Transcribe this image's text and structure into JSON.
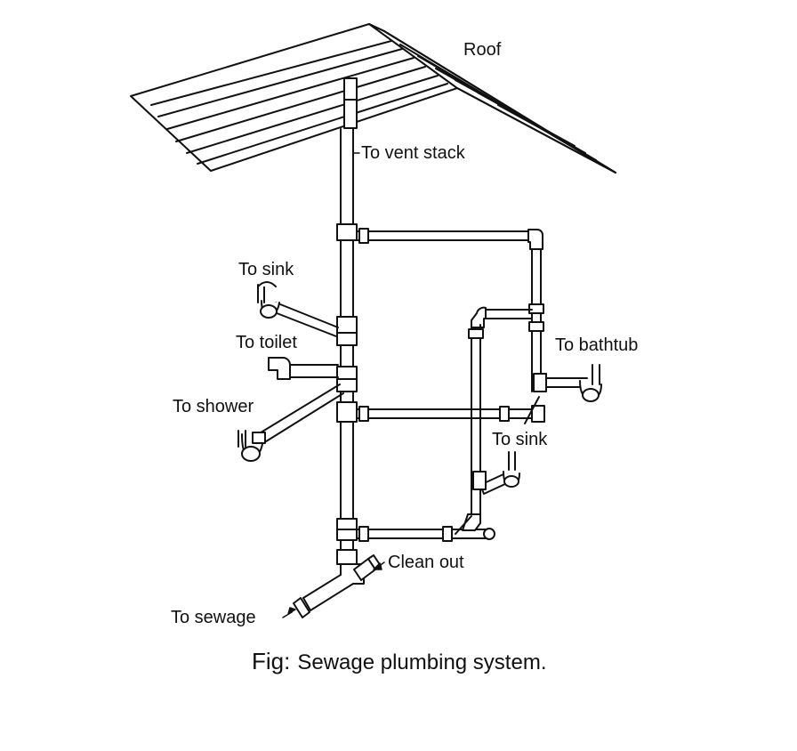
{
  "labels": {
    "roof": "Roof",
    "vent_stack": "To vent stack",
    "sink_left": "To sink",
    "toilet": "To toilet",
    "shower": "To shower",
    "bathtub": "To bathtub",
    "sink_right": "To sink",
    "clean_out": "Clean out",
    "sewage": "To sewage"
  },
  "caption": {
    "prefix": "Fig:",
    "text": "Sewage plumbing system."
  },
  "colors": {
    "ink": "#111111",
    "background": "#ffffff"
  }
}
